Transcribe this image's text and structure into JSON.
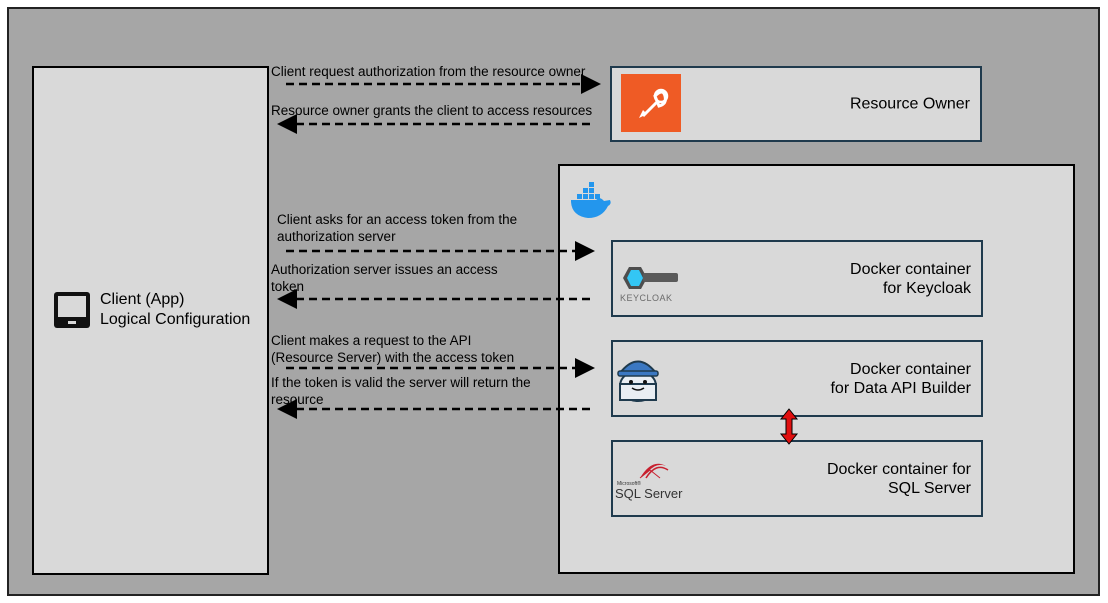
{
  "client": {
    "label": "Client (App)\nLogical Configuration",
    "icon": "terminal-icon"
  },
  "resource_owner": {
    "label": "Resource Owner",
    "icon": "postman-icon",
    "icon_color": "#ef5b25"
  },
  "docker": {
    "icon": "docker-whale-icon",
    "icon_color": "#2396ed"
  },
  "keycloak": {
    "label": "Docker container\nfor Keycloak",
    "logo_text": "KEYCLOAK"
  },
  "dab": {
    "label": "Docker container\nfor Data API Builder",
    "icon": "database-mascot-icon"
  },
  "sqlserver": {
    "label": "Docker container for\nSQL Server",
    "logo_text": "SQL Server",
    "logo_small": "Microsoft®"
  },
  "messages": [
    {
      "text": "Client request authorization from the resource owner",
      "direction": "right"
    },
    {
      "text": "Resource owner grants the client to access resources",
      "direction": "left"
    },
    {
      "text": "Client asks for an access token from the\nauthorization server",
      "direction": "right"
    },
    {
      "text": "Authorization server issues an access\ntoken",
      "direction": "left"
    },
    {
      "text": "Client makes a request to the API\n(Resource Server) with the access token",
      "direction": "right"
    },
    {
      "text": "If the token is valid the server will return the\nresource",
      "direction": "left"
    }
  ],
  "colors": {
    "frame": "#a6a6a6",
    "box": "#d9d9d9",
    "bidirectional_arrow": "#e01010"
  }
}
